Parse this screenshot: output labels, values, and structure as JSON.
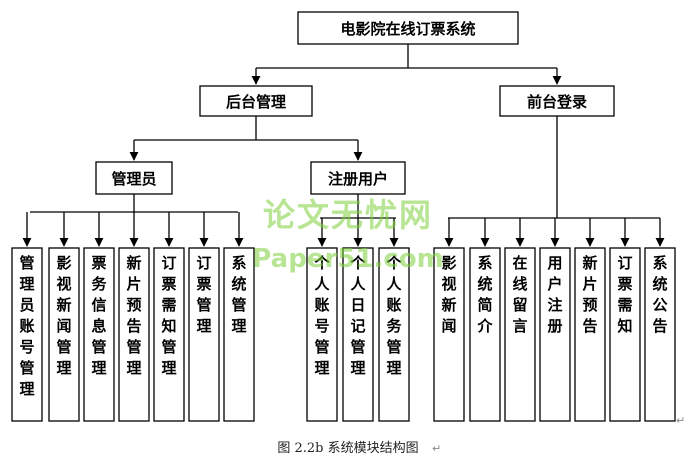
{
  "diagram": {
    "root": "电影院在线订票系统",
    "level1": {
      "backend": "后台管理",
      "frontend": "前台登录"
    },
    "level2": {
      "admin": "管理员",
      "user": "注册用户"
    },
    "admin_modules": [
      "管理员账号管理",
      "影视新闻管理",
      "票务信息管理",
      "新片预告管理",
      "订票需知管理",
      "订票管理",
      "系统管理"
    ],
    "user_modules": [
      "个人账号管理",
      "个人日记管理",
      "个人账务管理"
    ],
    "frontend_modules": [
      "影视新闻",
      "系统简介",
      "在线留言",
      "用户注册",
      "新片预告",
      "订票需知",
      "系统公告"
    ]
  },
  "watermark": {
    "line1": "论文无忧网",
    "line2": "Paper51.com"
  },
  "caption": "图 2.2b 系统模块结构图",
  "paragraph_mark": "↵"
}
